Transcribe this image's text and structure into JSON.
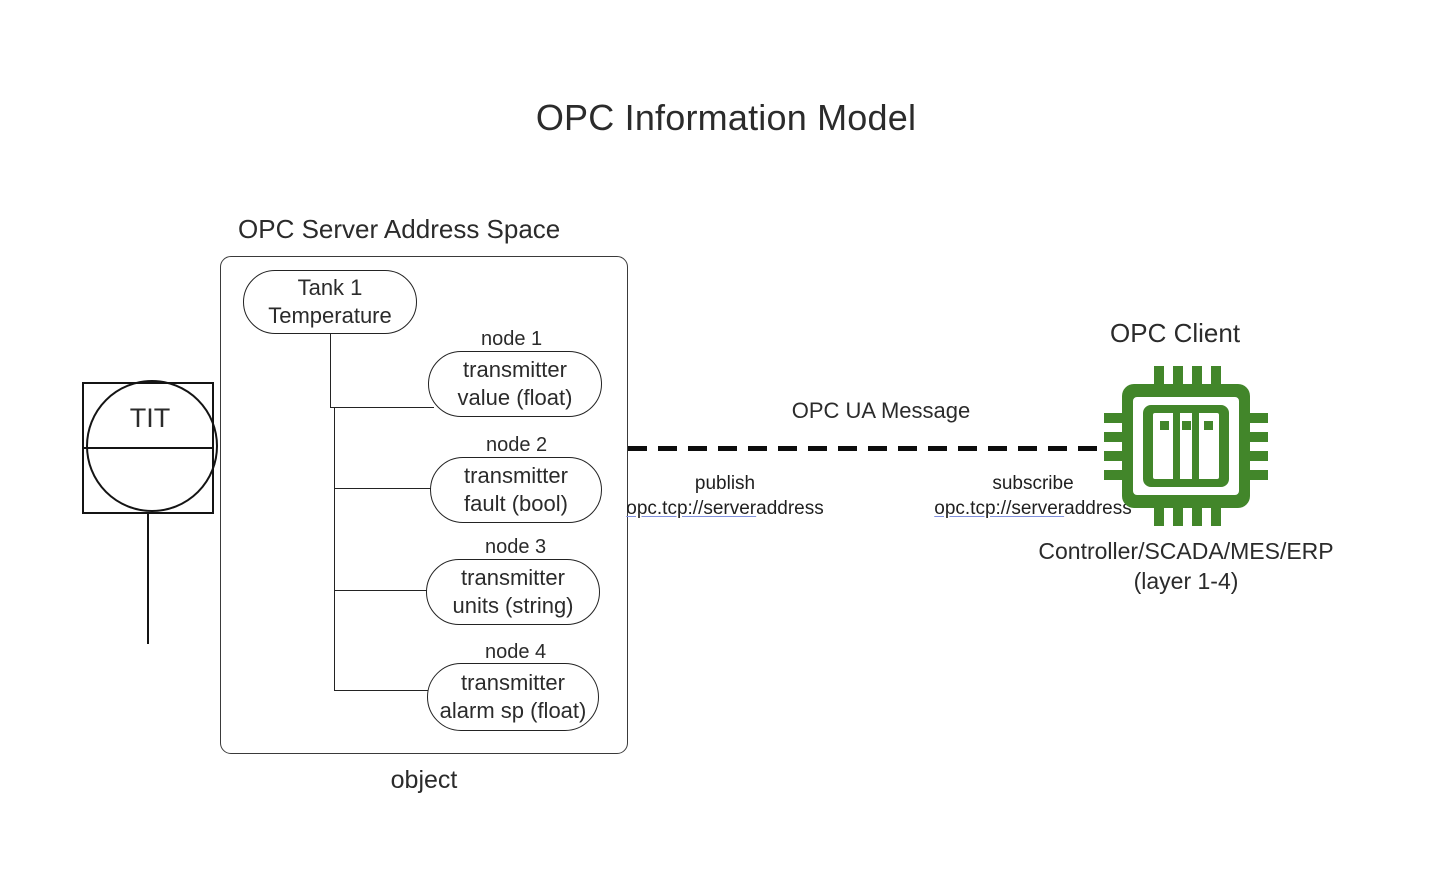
{
  "diagram": {
    "title": "OPC Information Model",
    "server": {
      "caption": "OPC Server Address Space",
      "footer_caption": "object",
      "root_node": {
        "line1": "Tank 1",
        "line2": "Temperature"
      },
      "nodes": [
        {
          "caption": "node 1",
          "line1": "transmitter",
          "line2": "value (float)"
        },
        {
          "caption": "node 2",
          "line1": "transmitter",
          "line2": "fault (bool)"
        },
        {
          "caption": "node 3",
          "line1": "transmitter",
          "line2": "units (string)"
        },
        {
          "caption": "node 4",
          "line1": "transmitter",
          "line2": "alarm sp (float)"
        }
      ]
    },
    "instrument": {
      "tag": "TIT",
      "symbol_name": "temperature-indicating-transmitter"
    },
    "link": {
      "label": "OPC UA Message",
      "style": "dashed",
      "publish": {
        "verb": "publish",
        "url_link": "opc.tcp://server",
        "url_tail": "address"
      },
      "subscribe": {
        "verb": "subscribe",
        "url_link": "opc.tcp://server",
        "url_tail": "address"
      }
    },
    "client": {
      "caption": "OPC Client",
      "icon": "microchip-icon",
      "subcaption_line1": "Controller/SCADA/MES/ERP",
      "subcaption_line2": "(layer 1-4)"
    },
    "colors": {
      "chip_green": "#42862a",
      "line_black": "#232323",
      "text": "#2b2b2b",
      "link_underline": "#8090dd",
      "background": "#ffffff"
    }
  }
}
